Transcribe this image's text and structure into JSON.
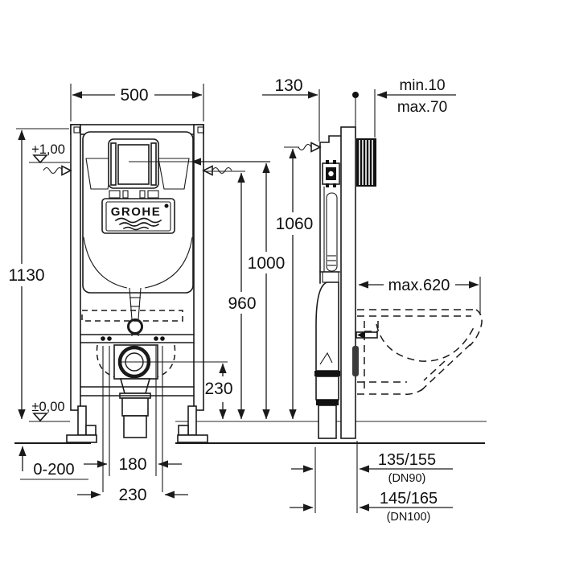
{
  "drawing": {
    "brand": "GROHE",
    "front": {
      "width": "500",
      "height": "1130",
      "level_top": "+1,00",
      "level_zero": "±0,00",
      "foot_range": "0-200",
      "bolt_inner": "180",
      "bolt_outer": "230",
      "outlet_height": "230",
      "h960": "960",
      "h1000": "1000"
    },
    "side": {
      "h1060": "1060",
      "depth": "130",
      "wall_min": "min.10",
      "wall_max": "max.70",
      "wc_depth": "max.620",
      "dn90": "135/155",
      "dn90_label": "(DN90)",
      "dn100": "145/165",
      "dn100_label": "(DN100)"
    }
  },
  "colors": {
    "line": "#1a1a1a",
    "background": "#ffffff"
  }
}
